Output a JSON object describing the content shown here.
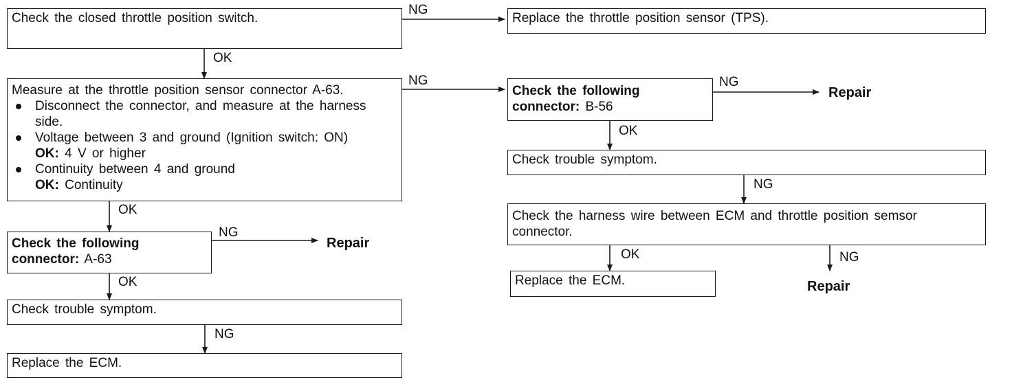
{
  "diagram": {
    "labels": {
      "ok": "OK",
      "ng": "NG",
      "repair": "Repair"
    },
    "left": {
      "closed_tps_check": "Check the closed throttle position switch.",
      "measure_box": {
        "title": "Measure at the throttle position sensor connector A-63.",
        "bullet1": "Disconnect the connector, and measure at the harness side.",
        "bullet2": "Voltage between 3 and ground (Ignition switch: ON)",
        "bullet2_ok_label": "OK:",
        "bullet2_ok_value": "4 V or higher",
        "bullet3": "Continuity between 4 and ground",
        "bullet3_ok_label": "OK:",
        "bullet3_ok_value": "Continuity"
      },
      "connector_check": {
        "text": "Check the following connector:",
        "connector": "A-63"
      },
      "trouble_symptom": "Check trouble symptom.",
      "replace_ecm": "Replace the ECM."
    },
    "right": {
      "replace_tps": "Replace the throttle position sensor (TPS).",
      "connector_check": {
        "text": "Check the following connector:",
        "connector": "B-56"
      },
      "trouble_symptom": "Check trouble symptom.",
      "harness_check": "Check the harness wire between ECM and throttle position semsor connector.",
      "replace_ecm": "Replace the ECM."
    }
  }
}
